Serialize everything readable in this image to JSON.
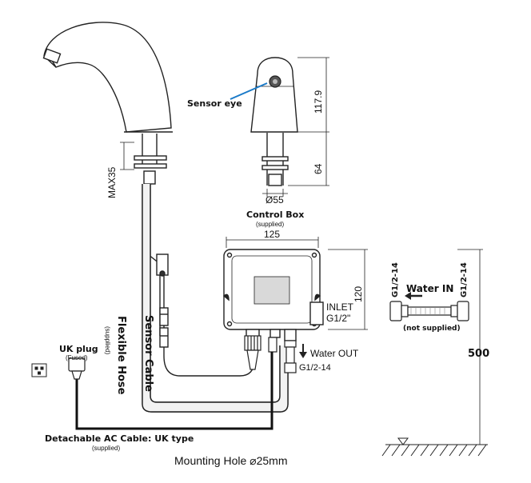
{
  "labels": {
    "sensor_eye": "Sensor eye",
    "dim_height": "117.9",
    "dim_shank": "64",
    "dim_diameter": "Ø55",
    "max_thickness": "MAX35",
    "control_box_title": "Control Box",
    "control_box_sub": "(supplied)",
    "box_width": "125",
    "box_height": "120",
    "inlet_line1": "INLET",
    "inlet_line2": "G1/2\"",
    "water_out": "Water OUT",
    "outlet_thread": "G1/2-14",
    "water_in": "Water IN",
    "hose_thread_left": "G1/2-14",
    "hose_thread_right": "G1/2-14",
    "hose_not_supplied": "(not supplied)",
    "hose_length": "500",
    "uk_plug": "UK plug",
    "uk_plug_sub": "(Fused)",
    "flexible_hose": "Flexible Hose",
    "flexible_hose_sub": "(supplied)",
    "sensor_cable": "Sensor Cable",
    "ac_cable": "Detachable AC Cable: UK type",
    "ac_cable_sub": "(supplied)",
    "mounting_hole": "Mounting Hole ⌀25mm"
  },
  "colors": {
    "line": "#222222",
    "accent_blue": "#1a7ac8",
    "shade": "#d9d9d9",
    "dark": "#333333"
  }
}
